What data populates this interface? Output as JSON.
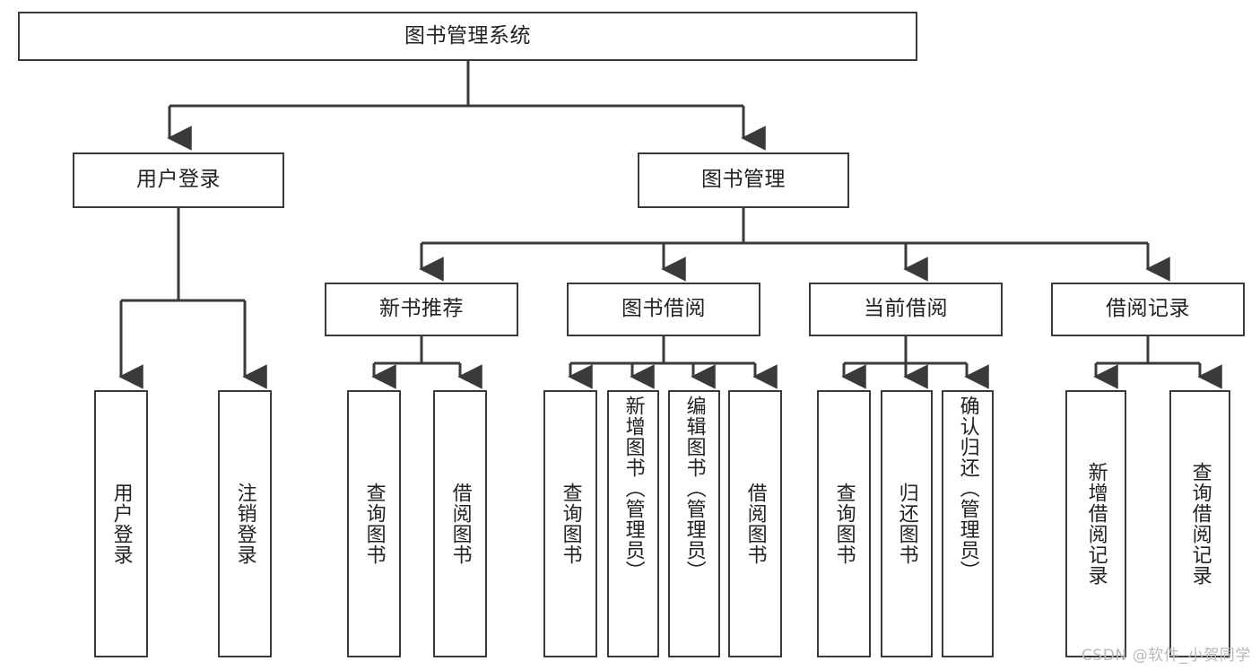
{
  "diagram": {
    "title": "图书管理系统",
    "watermark": "CSDN @软件_小贺同学",
    "stroke_color": "#3a3a3a",
    "text_color": "#222222",
    "background": "#ffffff",
    "levels": {
      "root": {
        "label": "图书管理系统"
      },
      "level2": [
        {
          "label": "用户登录"
        },
        {
          "label": "图书管理"
        }
      ],
      "level3": [
        {
          "label": "新书推荐"
        },
        {
          "label": "图书借阅"
        },
        {
          "label": "当前借阅"
        },
        {
          "label": "借阅记录"
        }
      ],
      "leaves": {
        "user_login": [
          {
            "label": "用户登录"
          },
          {
            "label": "注销登录"
          }
        ],
        "new_book": [
          {
            "label": "查询图书"
          },
          {
            "label": "借阅图书"
          }
        ],
        "book_borrow": [
          {
            "label": "查询图书"
          },
          {
            "label": "新增图书（管理员）"
          },
          {
            "label": "编辑图书（管理员）"
          },
          {
            "label": "借阅图书"
          }
        ],
        "current_borrow": [
          {
            "label": "查询图书"
          },
          {
            "label": "归还图书"
          },
          {
            "label": "确认归还（管理员）"
          }
        ],
        "borrow_record": [
          {
            "label": "新增借阅记录"
          },
          {
            "label": "查询借阅记录"
          }
        ]
      }
    }
  }
}
